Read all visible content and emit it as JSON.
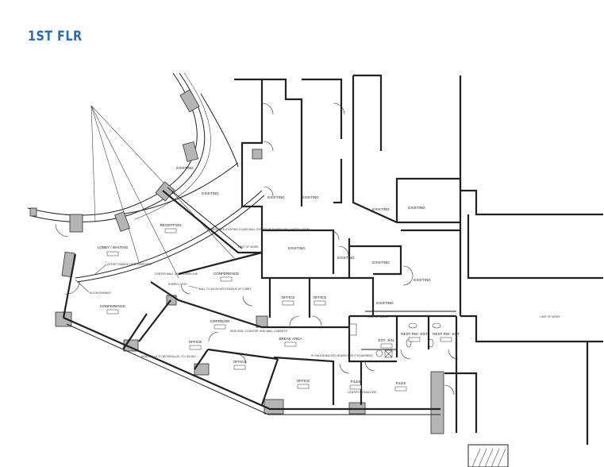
{
  "title": "1ST FLR",
  "colors": {
    "title": "#2a6db5",
    "walls": "#222222",
    "columns": "#b5b5b5"
  },
  "rooms": [
    {
      "name": "RECEPTION"
    },
    {
      "name": "LOBBY / WAITING"
    },
    {
      "name": "CONFERENCE"
    },
    {
      "name": "CONFERENCE"
    },
    {
      "name": "CORRIDOR"
    },
    {
      "name": "OFFICE"
    },
    {
      "name": "OFFICE"
    },
    {
      "name": "OFFICE"
    },
    {
      "name": "OFFICE"
    },
    {
      "name": "OFFICE"
    },
    {
      "name": "BREAK AREA"
    },
    {
      "name": "FILES"
    },
    {
      "name": "FILES"
    },
    {
      "name": "EXT. JAN."
    },
    {
      "name": "REST RM - EXT"
    },
    {
      "name": "REST RM - EXT"
    },
    {
      "name": "EXISTING"
    },
    {
      "name": "EXISTING"
    },
    {
      "name": "EXISTING"
    },
    {
      "name": "EXISTING"
    },
    {
      "name": "EXISTING"
    },
    {
      "name": "EXISTING"
    },
    {
      "name": "EXISTING"
    },
    {
      "name": "EXISTING"
    },
    {
      "name": "EXISTING"
    },
    {
      "name": "EXISTING"
    },
    {
      "name": "EXISTING"
    }
  ],
  "notes": [
    "ALIGN FINISHES",
    "OFFSET RADIUS OF STOREFRONT",
    "CENTER WALL ON COLUMN LINE",
    "WALL TO ALIGN WITH RADIUS OF LOBBY",
    "CORPORATE EXISTING GLASS WALL SYSTEM WITH NEW WALL INSTALLATION",
    "LIMIT OF WORK",
    "NEW WALLS TO BE PARALLEL TO CEILING",
    "NEW SINK, COUNTER, AND WALL CABINETS",
    "PLYWOOD BACKED BOARD FOR IT EQUIPMENT",
    "CENTER ON MULLION",
    "ENERGY VEST",
    "LIMIT OF WORK",
    "LIMIT OF WORK"
  ]
}
